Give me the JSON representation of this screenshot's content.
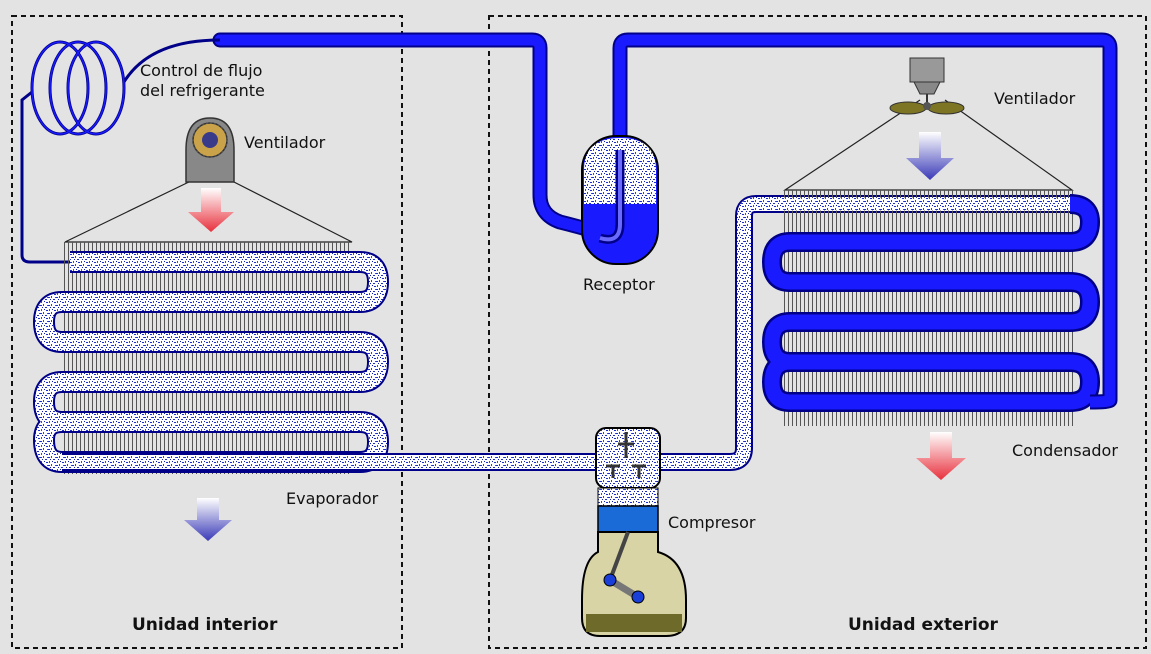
{
  "labels": {
    "flow_control_line1": "Control de flujo",
    "flow_control_line2": "del refrigerante",
    "fan_indoor": "Ventilador",
    "fan_outdoor": "Ventilador",
    "receiver": "Receptor",
    "evaporator": "Evaporador",
    "condenser": "Condensador",
    "compressor": "Compresor",
    "indoor_unit": "Unidad interior",
    "outdoor_unit": "Unidad exterior"
  },
  "colors": {
    "background": "#e3e3e3",
    "liquid_line": "#1a1aff",
    "pipe_outline": "#000088",
    "warm_arrow": "#e8303c",
    "cool_arrow": "#3a3ab8",
    "fins": "#444444",
    "crankcase_oil": "#6e6a2a"
  }
}
